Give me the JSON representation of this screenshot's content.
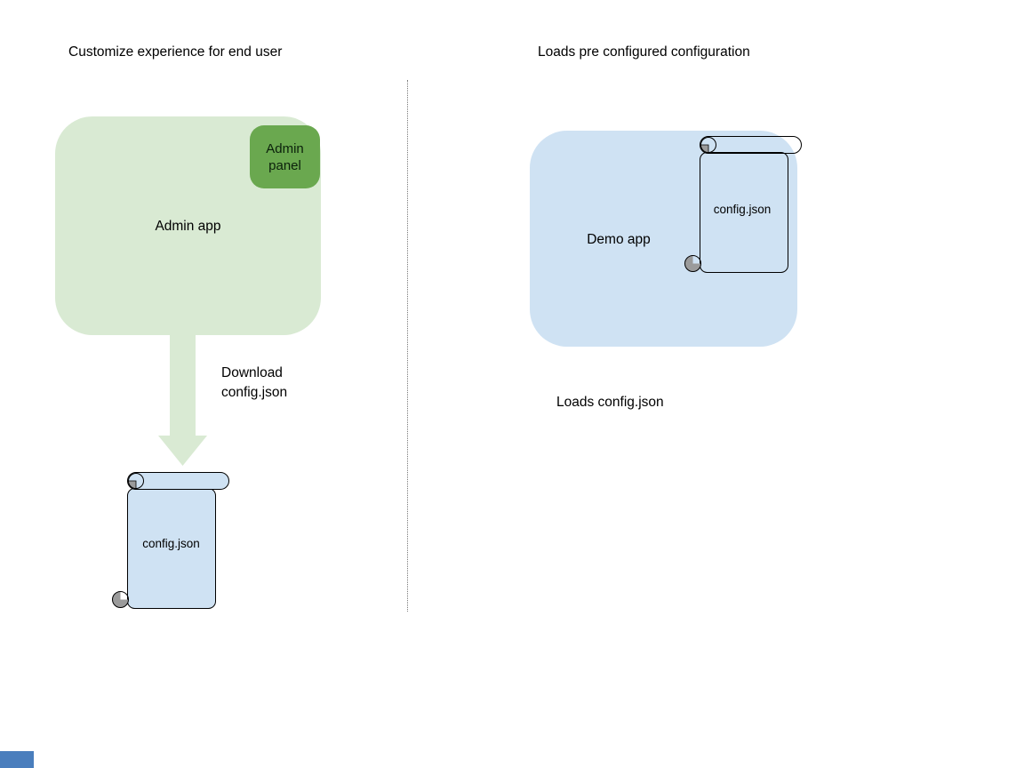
{
  "colors": {
    "green_light": "#d9ead3",
    "green_dark": "#6aa84f",
    "blue_light": "#cfe2f3",
    "curl_gray": "#9b9b9b",
    "outline": "#000000",
    "divider_gray": "#7a7a7a",
    "corner_blue": "#4a7ebd",
    "text": "#000000"
  },
  "left": {
    "title": "Customize experience for end user",
    "admin_app_label": "Admin app",
    "admin_panel_label": "Admin panel",
    "download_label": "Download\nconfig.json",
    "config_file_label": "config.json"
  },
  "right": {
    "title": "Loads pre configured configuration",
    "demo_app_label": "Demo app",
    "config_file_label": "config.json",
    "loads_label": "Loads config.json"
  }
}
